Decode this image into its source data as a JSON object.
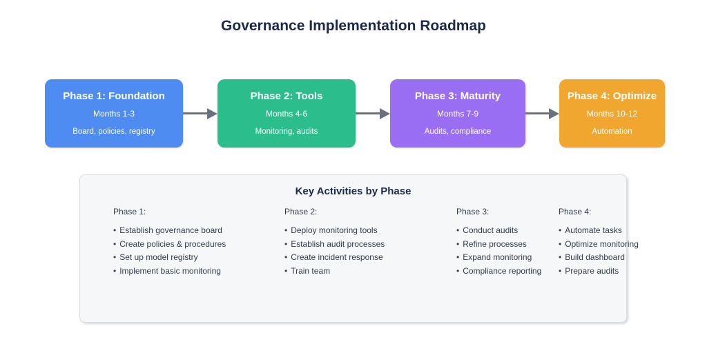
{
  "title": "Governance Implementation Roadmap",
  "colors": {
    "page_bg": "#ffffff",
    "title_text": "#1b2a4a",
    "body_text": "#333c49",
    "arrow": "#69707e",
    "panel_bg": "#f5f7f9",
    "panel_border": "#d8dde4"
  },
  "phases": [
    {
      "title": "Phase 1: Foundation",
      "months": "Months 1-3",
      "summary": "Board, policies, registry",
      "color": "#4e8cf2"
    },
    {
      "title": "Phase 2: Tools",
      "months": "Months 4-6",
      "summary": "Monitoring, audits",
      "color": "#2bbe8c"
    },
    {
      "title": "Phase 3: Maturity",
      "months": "Months 7-9",
      "summary": "Audits, compliance",
      "color": "#9a6ef3"
    },
    {
      "title": "Phase 4: Optimize",
      "months": "Months 10-12",
      "summary": "Automation",
      "color": "#f0a62f"
    }
  ],
  "activities": {
    "title": "Key Activities by Phase",
    "columns": [
      {
        "heading": "Phase 1:",
        "items": [
          "Establish governance board",
          "Create policies & procedures",
          "Set up model registry",
          "Implement basic monitoring"
        ]
      },
      {
        "heading": "Phase 2:",
        "items": [
          "Deploy monitoring tools",
          "Establish audit processes",
          "Create incident response",
          "Train team"
        ]
      },
      {
        "heading": "Phase 3:",
        "items": [
          "Conduct audits",
          "Refine processes",
          "Expand monitoring",
          "Compliance reporting"
        ]
      },
      {
        "heading": "Phase 4:",
        "items": [
          "Automate tasks",
          "Optimize monitoring",
          "Build dashboard",
          "Prepare audits"
        ]
      }
    ]
  }
}
